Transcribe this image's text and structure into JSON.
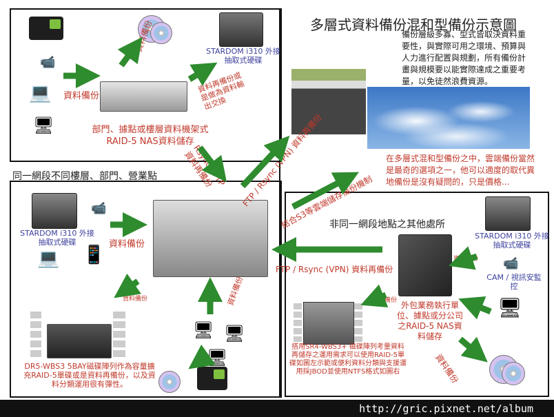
{
  "title": "多層式資料備份混和型備份示意圖",
  "intro": "備份層級多寡、型式皆取決資料重要性，與實際可用之環境、預算與人力進行配置與規劃，所有備份計畫與規模要以能實際達成之重要考量，以免徒然浪費資源。",
  "cloud_note": "在多層式混和型備份之中，雲端備份當然是最奇的選項之一，他可以適度的取代異地備份是沒有疑問的，只是價格...",
  "sections": {
    "top_left_caption": "部門、據點或樓層資料機架式RAID-5 NAS資料儲存",
    "same_network": "同一網段不同樓層、部門、營業點",
    "diff_network": "非同一網段地點之其他處所",
    "outsource": "外包業務執行單位、據點或分公司之RAID-5 NAS資料儲存"
  },
  "labels": {
    "backup_a": "資料備份",
    "backup_b": "資料備份",
    "backup_c": "資料備份",
    "backup_d": "資料備份",
    "backup_e": "資料備份",
    "backup_f": "資料備份",
    "backup_g": "資料備份",
    "backup_h": "資料備份",
    "rebackup": "資料再備份或是做為資料輸出交換",
    "rsync_ftp": "Rsync / FTP 資料再備份",
    "ftp_vpn": "FTP / Rsync (VPN) 資料再備份",
    "s3": "結合S3等雲端儲存備份機制",
    "ftp_vpn_left": "FTP / Rsync (VPN) 資料再備份",
    "stardom_top": "STARDOM i310 外接抽取式硬碟",
    "stardom_left": "STARDOM i310 外接抽取式硬碟",
    "stardom_right": "STARDOM i310 外接抽取式硬碟",
    "cam": "CAM / 視訊安監控",
    "dr5": "DR5-WBS3 5BAY磁碟陣列作為容量擴充RAID-5單碟或是資料再備份，以及資料分類運用很有彈性。",
    "sr4": "搭用SR4-WBS3+ 磁碟陣列考量資料再儲存之運用需求可以使用RAID-5單碟如圖左示範或便利資料分類與支援運用採JBOD並使用NTFS格式如圖右"
  },
  "footer": "http://gric.pixnet.net/album",
  "colors": {
    "arrow": "#2e8b2e",
    "red_text": "#c0392b",
    "blue_text": "#3b3f9c"
  }
}
